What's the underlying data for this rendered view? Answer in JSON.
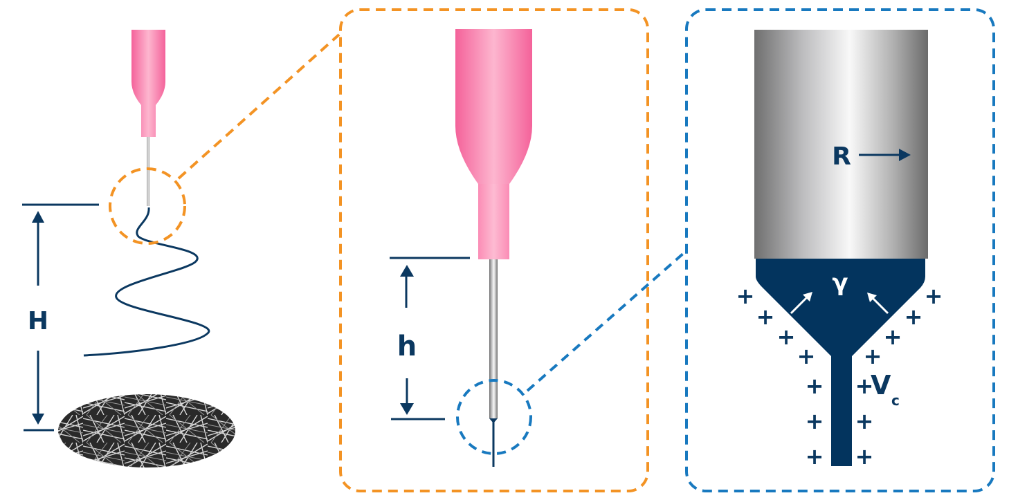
{
  "diagram": {
    "title": "Electrospinning setup with zoomed needle tip and Taylor cone",
    "colors": {
      "navy": "#0b3860",
      "orange_dash": "#f39324",
      "blue_dash": "#1879bf",
      "pink_dark": "#f4629a",
      "pink_light": "#fdb6cf",
      "steel_dark": "#6b6b6b",
      "steel_light": "#f7f7f7",
      "fluid": "#03345e"
    },
    "panels": [
      {
        "id": "overview",
        "description": "Syringe needle above fiber collector with whipping jet"
      },
      {
        "id": "needle-zoom",
        "description": "Zoom on needle tip, orange dashed frame"
      },
      {
        "id": "cone-zoom",
        "description": "Zoom on Taylor cone, blue dashed frame"
      }
    ],
    "labels": {
      "H": "H",
      "h": "h",
      "R": "R",
      "gamma": "γ",
      "V": "V",
      "V_sub": "c",
      "plus": "+"
    },
    "charge_count_per_side": 7
  }
}
